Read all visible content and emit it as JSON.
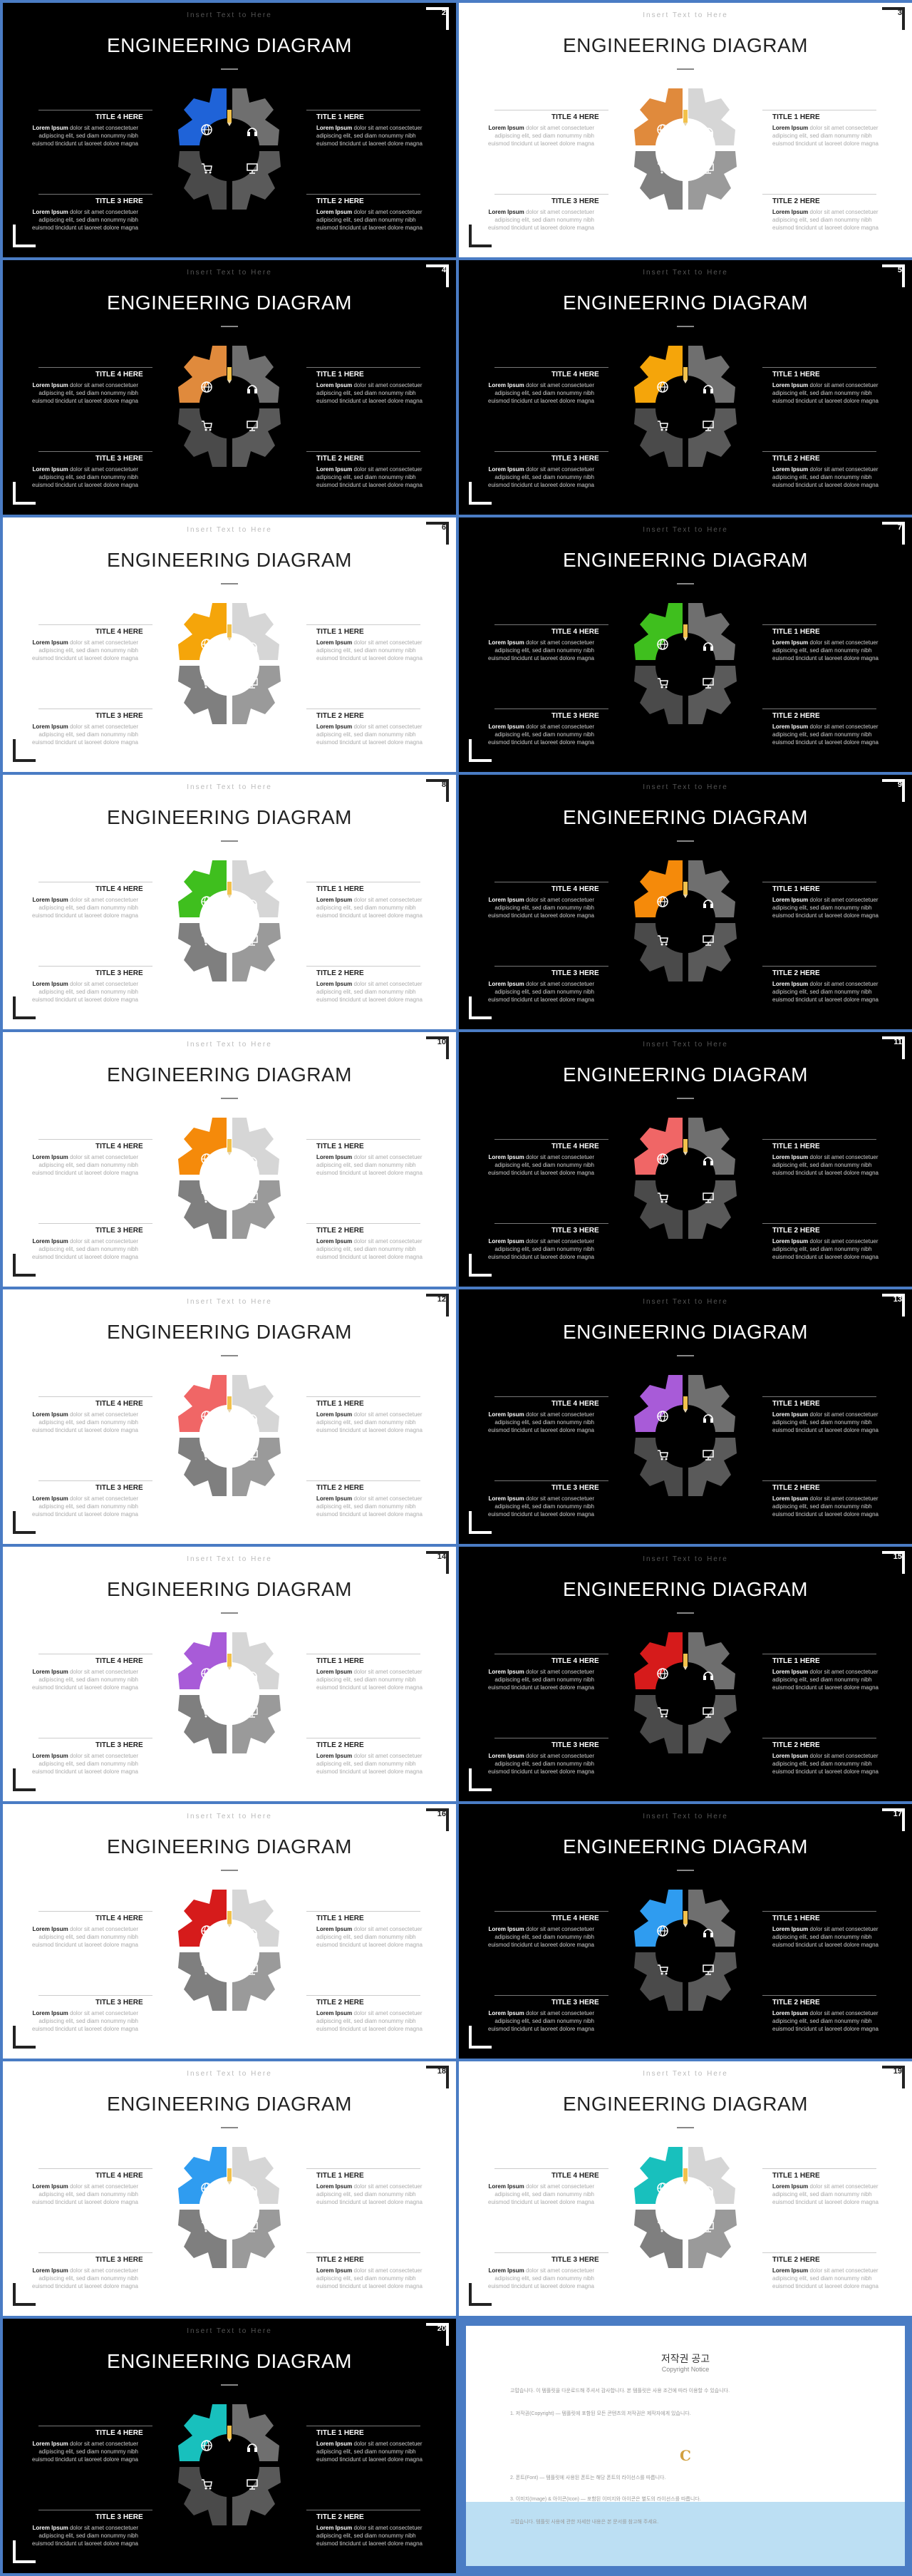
{
  "deck": {
    "insert_text": "Insert Text to Here",
    "title": "ENGINEERING DIAGRAM",
    "labels": {
      "t1": "TITLE 1 HERE",
      "t2": "TITLE 2 HERE",
      "t3": "TITLE 3 HERE",
      "t4": "TITLE 4 HERE"
    },
    "desc_lead": "Lorem Ipsum",
    "desc_text": " dolor sit amet consectetuer adipiscing elit, sed diam nonummy nibh euismod tincidunt ut laoreet dolore magna"
  },
  "slides": [
    {
      "num": "2",
      "theme": "dark",
      "accent": "#1f63d8"
    },
    {
      "num": "3",
      "theme": "light",
      "accent": "#e08a3c"
    },
    {
      "num": "4",
      "theme": "dark",
      "accent": "#e08a3c"
    },
    {
      "num": "5",
      "theme": "dark",
      "accent": "#f5a50a"
    },
    {
      "num": "6",
      "theme": "light",
      "accent": "#f5a50a"
    },
    {
      "num": "7",
      "theme": "dark",
      "accent": "#3fbf1e"
    },
    {
      "num": "8",
      "theme": "light",
      "accent": "#3fbf1e"
    },
    {
      "num": "9",
      "theme": "dark",
      "accent": "#f58a0a"
    },
    {
      "num": "10",
      "theme": "light",
      "accent": "#f58a0a"
    },
    {
      "num": "11",
      "theme": "dark",
      "accent": "#f06666"
    },
    {
      "num": "12",
      "theme": "light",
      "accent": "#f06666"
    },
    {
      "num": "13",
      "theme": "dark",
      "accent": "#a85bd8"
    },
    {
      "num": "14",
      "theme": "light",
      "accent": "#a85bd8"
    },
    {
      "num": "15",
      "theme": "dark",
      "accent": "#d61b1b"
    },
    {
      "num": "16",
      "theme": "light",
      "accent": "#d61b1b"
    },
    {
      "num": "17",
      "theme": "dark",
      "accent": "#2f9cf0"
    },
    {
      "num": "18",
      "theme": "light",
      "accent": "#2f9cf0"
    },
    {
      "num": "19",
      "theme": "light",
      "accent": "#18c0bd"
    },
    {
      "num": "20",
      "theme": "dark",
      "accent": "#18c0bd"
    }
  ],
  "notice": {
    "title": "저작권 공고",
    "subtitle": "Copyright Notice",
    "p1": "고맙습니다. 이 템플릿을 다운로드해 주셔서 감사합니다. 본 템플릿은 사용 조건에 따라 이용할 수 있습니다.",
    "p2": "1. 저작권(Copyright) — 템플릿에 포함된 모든 콘텐츠의 저작권은 제작자에게 있습니다.",
    "p3": "2. 폰트(Font) — 템플릿에 사용된 폰트는 해당 폰트의 라이선스를 따릅니다.",
    "p4": "3. 이미지(Image) & 아이콘(Icon) — 포함된 이미지와 아이콘은 별도의 라이선스를 따릅니다.",
    "p5": "고맙습니다. 템플릿 사용에 관한 자세한 내용은 본 문서를 참고해 주세요."
  }
}
